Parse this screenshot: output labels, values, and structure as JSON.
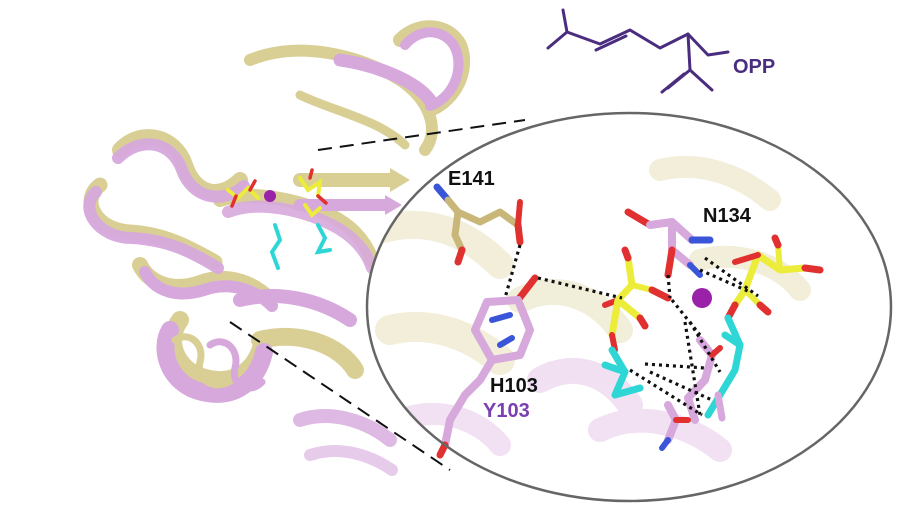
{
  "molecule": {
    "leaving_group_label": "OPP",
    "color": "#4b2d7f"
  },
  "residue_labels": {
    "e141": "E141",
    "n134": "N134",
    "h103": "H103",
    "y103": "Y103"
  },
  "colors": {
    "wildtype_ribbon": "#d9cf95",
    "mutant_ribbon": "#d6a8dc",
    "ligand_carbon": "#2fd6d6",
    "phosphate": "#ecec3a",
    "oxygen": "#e03030",
    "nitrogen": "#3a55d8",
    "metal_ion": "#9a22a8",
    "hbond": "#111111",
    "zoom_outline": "#666666",
    "y103_label": "#7a3fb0"
  }
}
